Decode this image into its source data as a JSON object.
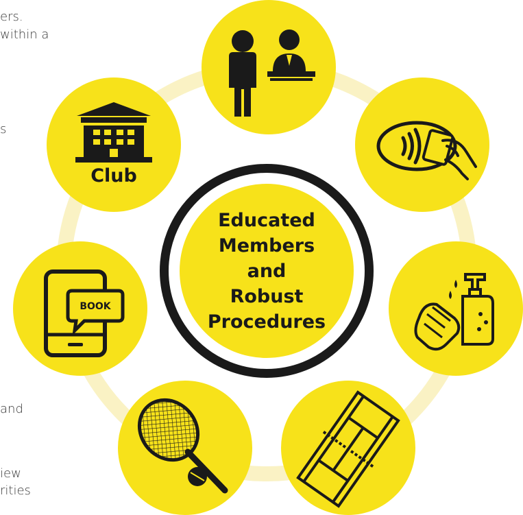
{
  "left_text_fragments": [
    "ers.",
    "within a",
    "s",
    "and",
    "iew",
    "rities"
  ],
  "center": {
    "lines": [
      "Educated",
      "Members",
      "and",
      "Robust",
      "Procedures"
    ]
  },
  "nodes": {
    "reception": {
      "icon": "reception-desk-icon"
    },
    "contactless": {
      "icon": "contactless-payment-icon"
    },
    "hand_sanitize": {
      "icon": "hand-sanitizer-icon"
    },
    "court": {
      "icon": "tennis-court-icon"
    },
    "racket": {
      "icon": "tennis-racket-icon"
    },
    "booking": {
      "icon": "mobile-booking-icon",
      "label": "BOOK"
    },
    "club": {
      "icon": "clubhouse-icon",
      "label": "Club"
    }
  },
  "colors": {
    "node_fill": "#f7e21a",
    "ring": "#faf2c4",
    "ink": "#1a1a1a",
    "text": "#3a3a3a"
  }
}
